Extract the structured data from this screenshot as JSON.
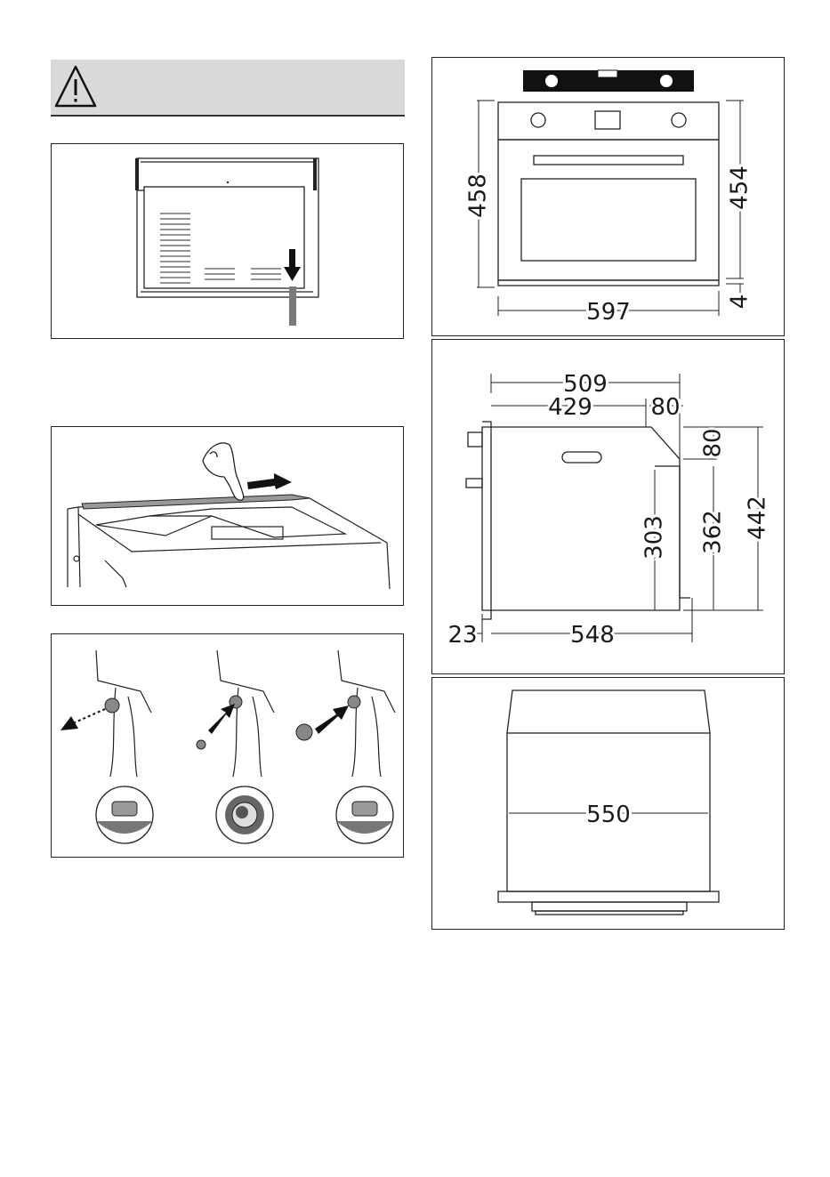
{
  "warning": {
    "icon": "warning-triangle-icon"
  },
  "dimensions": {
    "front_view": {
      "height_total": "458",
      "height_body": "454",
      "gap": "4",
      "width": "597"
    },
    "side_view": {
      "depth_total": "509",
      "depth_body": "429",
      "depth_top_step": "80",
      "step_height": "80",
      "height_total": "442",
      "height_rear": "362",
      "height_inner": "303",
      "front_offset": "23",
      "depth_base": "548"
    },
    "top_view": {
      "width": "550"
    }
  },
  "colors": {
    "panel_border": "#222222",
    "warning_bg": "#d9d9d9",
    "line": "#1a1a1a"
  }
}
